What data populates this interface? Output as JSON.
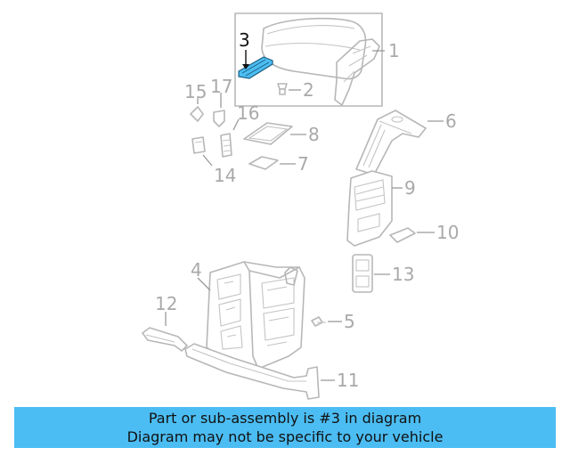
{
  "diagram": {
    "highlight_color": "#4bbdf3",
    "callouts": {
      "p1": "1",
      "p2": "2",
      "p3": "3",
      "p4": "4",
      "p5": "5",
      "p6": "6",
      "p7": "7",
      "p8": "8",
      "p9": "9",
      "p10": "10",
      "p11": "11",
      "p12": "12",
      "p13": "13",
      "p14": "14",
      "p15": "15",
      "p16": "16",
      "p17": "17"
    }
  },
  "banner": {
    "line1": "Part or sub-assembly is #3 in diagram",
    "line2": "Diagram may not be specific to your vehicle",
    "background": "#4bbdf3"
  }
}
